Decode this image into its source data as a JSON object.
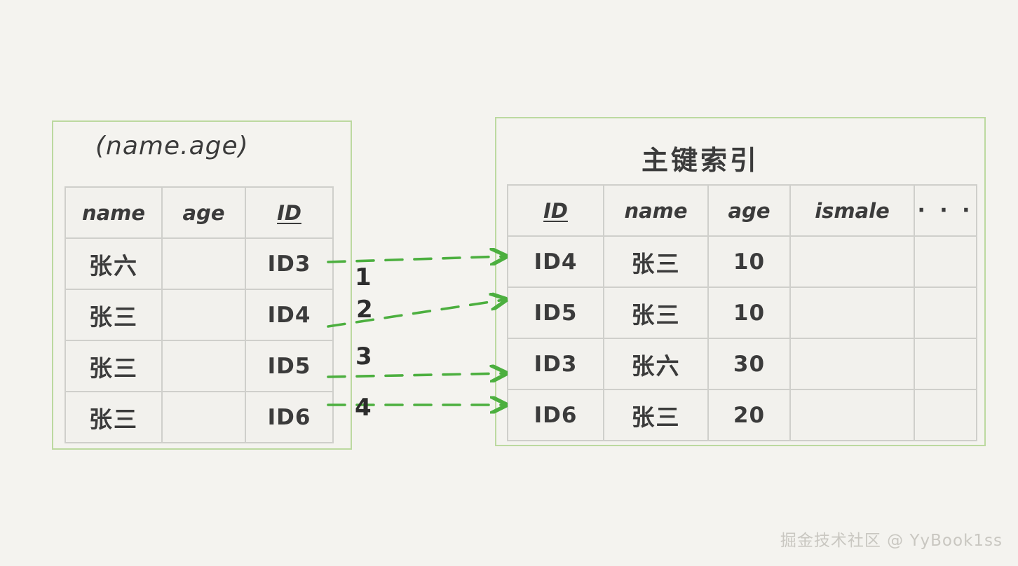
{
  "background_color": "#f4f3ef",
  "accent_color": "#4caf3f",
  "frame_color": "#bcd9a0",
  "grid_color": "#cfcfcb",
  "text_color": "#3b3b3b",
  "left_panel": {
    "title": "(name.age)",
    "columns": [
      "name",
      "age",
      "ID"
    ],
    "rows": [
      {
        "name": "张六",
        "age": "",
        "id": "ID3"
      },
      {
        "name": "张三",
        "age": "",
        "id": "ID4"
      },
      {
        "name": "张三",
        "age": "",
        "id": "ID5"
      },
      {
        "name": "张三",
        "age": "",
        "id": "ID6"
      }
    ]
  },
  "right_panel": {
    "title": "主键索引",
    "columns": [
      "ID",
      "name",
      "age",
      "ismale",
      "· · ·"
    ],
    "rows": [
      {
        "id": "ID4",
        "name": "张三",
        "age": "10",
        "ismale": "",
        "more": ""
      },
      {
        "id": "ID5",
        "name": "张三",
        "age": "10",
        "ismale": "",
        "more": ""
      },
      {
        "id": "ID3",
        "name": "张六",
        "age": "30",
        "ismale": "",
        "more": ""
      },
      {
        "id": "ID6",
        "name": "张三",
        "age": "20",
        "ismale": "",
        "more": ""
      }
    ]
  },
  "arrows": [
    {
      "label": "1",
      "from_row": "ID3",
      "to_row": "ID4"
    },
    {
      "label": "2",
      "from_row": "ID4",
      "to_row": "ID5"
    },
    {
      "label": "3",
      "from_row": "ID5",
      "to_row": "ID3"
    },
    {
      "label": "4",
      "from_row": "ID6",
      "to_row": "ID6"
    }
  ],
  "watermark": "掘金技术社区 @ YyBook1ss"
}
